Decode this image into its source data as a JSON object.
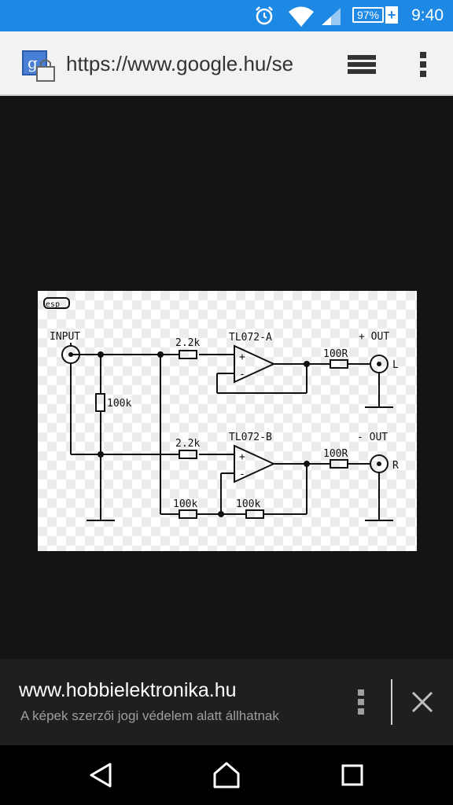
{
  "status_bar": {
    "battery_text": "97%",
    "battery_charging_glyph": "+",
    "time": "9:40",
    "icons": [
      "alarm-icon",
      "wifi-icon",
      "signal-icon",
      "battery-icon"
    ]
  },
  "address_bar": {
    "url": "https://www.google.hu/se",
    "icons": [
      "google-search-icon",
      "tabs-icon",
      "overflow-menu-icon"
    ]
  },
  "schematic": {
    "logo_text": "esp",
    "input_label": "INPUT",
    "r_in_label": "100k",
    "r_a_label": "2.2k",
    "r_b_label": "2.2k",
    "opamp_a_label": "TL072-A",
    "opamp_b_label": "TL072-B",
    "r_out_a_label": "100R",
    "r_out_b_label": "100R",
    "out_pos_label": "+ OUT",
    "out_neg_label": "- OUT",
    "l_label": "L",
    "r_label": "R",
    "r_fb1_label": "100k",
    "r_fb2_label": "100k",
    "plus_sign": "+",
    "minus_sign": "-"
  },
  "source": {
    "site": "www.hobbielektronika.hu",
    "note": "A képek szerzői jogi védelem alatt állhatnak"
  },
  "nav": {
    "icons": [
      "back-icon",
      "home-icon",
      "recents-icon"
    ]
  },
  "colors": {
    "status_bar": "#1e88e5",
    "address_bar": "#f2f2f2",
    "background": "#141414",
    "source_bar": "#1f1f1f"
  }
}
